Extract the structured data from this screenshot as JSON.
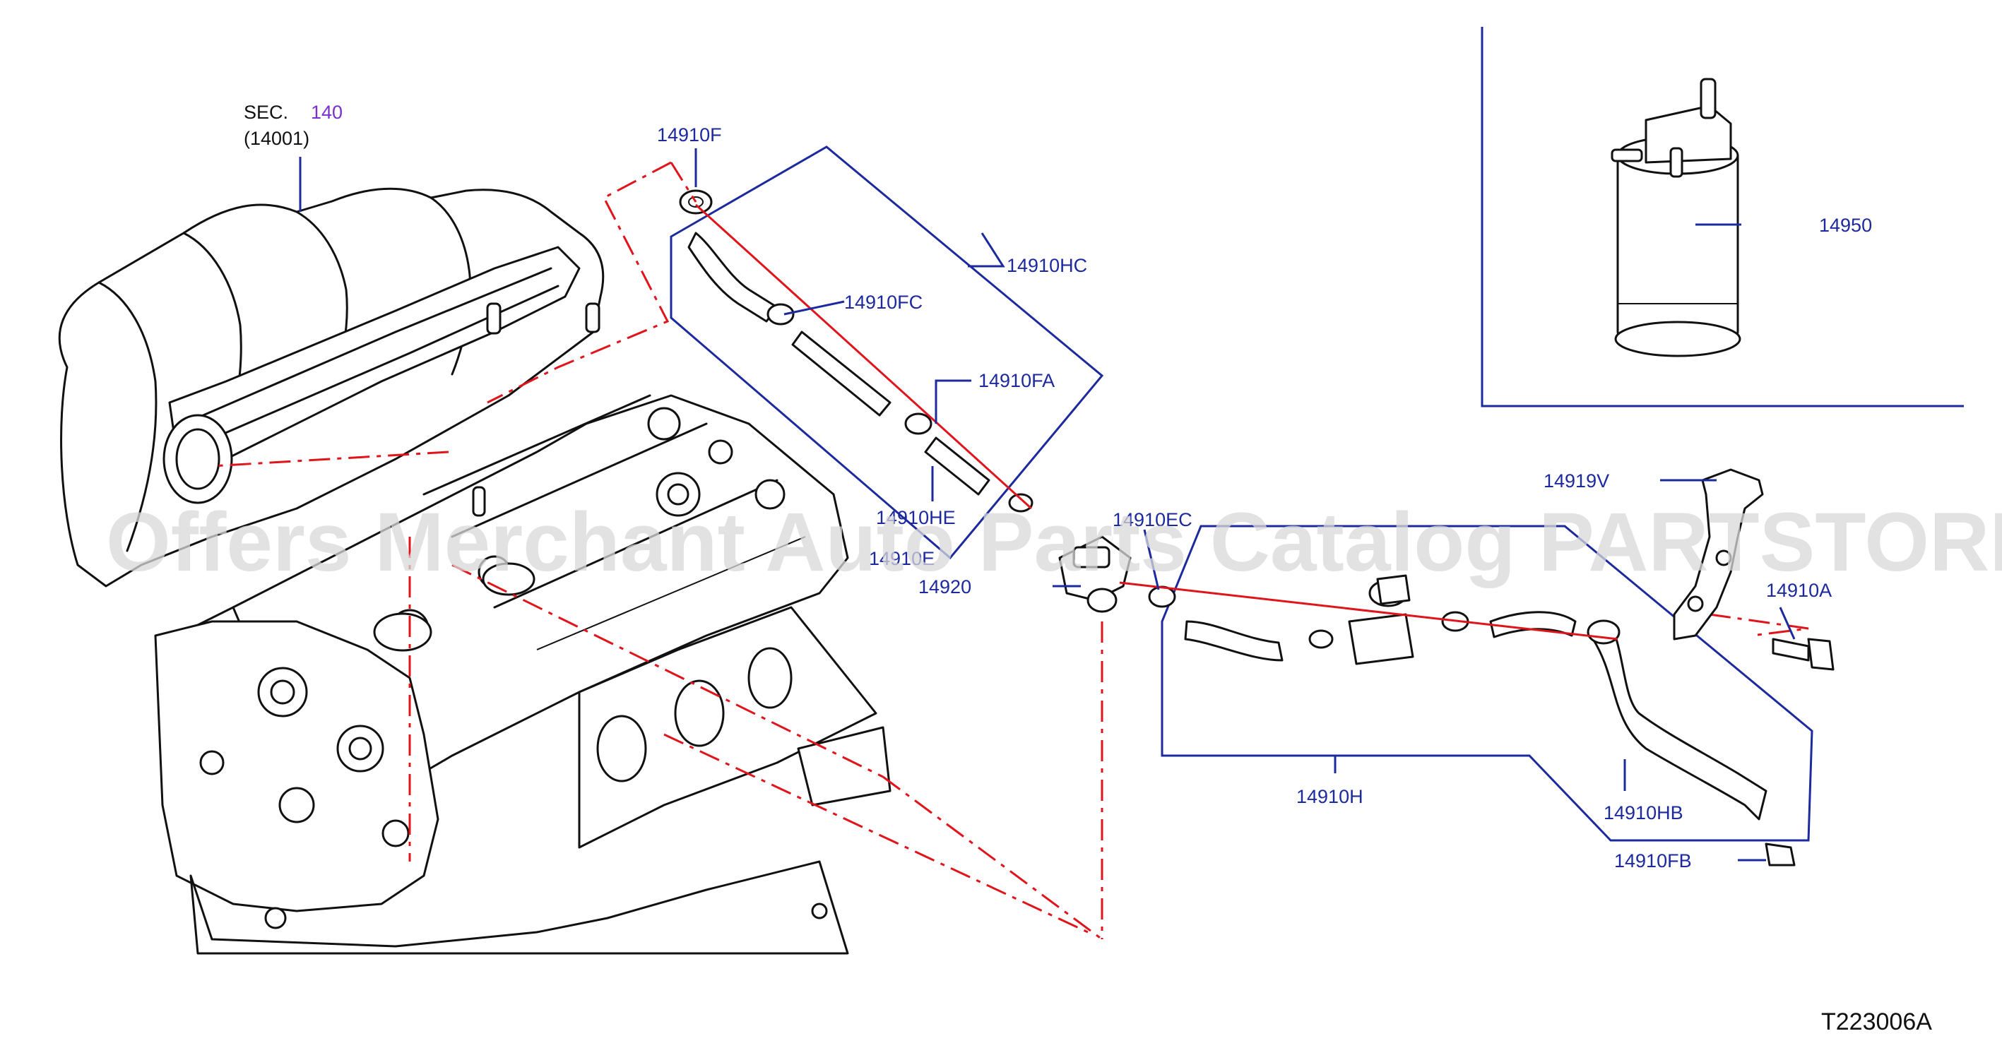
{
  "diagram": {
    "section": {
      "prefix": "SEC.",
      "number": "140",
      "sub": "(14001)"
    },
    "labels": {
      "p14910F": "14910F",
      "p14910HC": "14910HC",
      "p14910FC": "14910FC",
      "p14910FA": "14910FA",
      "p14910HE": "14910HE",
      "p14910E": "14910E",
      "p14910EC": "14910EC",
      "p14920": "14920",
      "p14950": "14950",
      "p14919V": "14919V",
      "p14910A": "14910A",
      "p14910H": "14910H",
      "p14910HB": "14910HB",
      "p14910FB": "14910FB"
    },
    "code": "T223006A",
    "watermark": "Offers Merchant Auto Parts Catalog PARTSTORE.SA"
  },
  "colors": {
    "label_blue": "#1c2a9e",
    "section_purple": "#7a2fd0",
    "leader_red": "#e0141b",
    "line_black": "#111111"
  }
}
